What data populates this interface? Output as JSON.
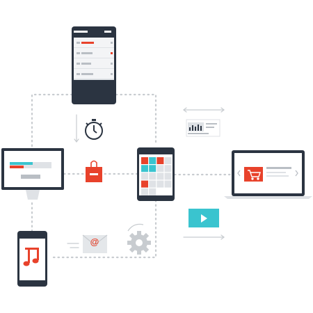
{
  "illustration": {
    "server": {
      "menu_rows": 4,
      "accent_rows": [
        0,
        1
      ]
    },
    "desktop": {
      "progress": 0.55
    },
    "tablet": {
      "tile_colors": [
        "#e8422b",
        "#3ac4cf",
        "#e8422b",
        "#3ac4cf",
        "#3ac4cf",
        "#e8422b"
      ]
    },
    "email": {
      "icon_glyph": "@"
    },
    "media": {
      "play_icon": "play-icon",
      "music_icon": "music-note-icon",
      "cart_icon": "shopping-cart-icon"
    }
  },
  "colors": {
    "dark": "#2b3441",
    "accent_red": "#e8422b",
    "accent_cyan": "#3ac4cf",
    "light_gray": "#dfe2e6",
    "mid_gray": "#b9bec4",
    "dotted_line": "#c8ccd0",
    "white": "#ffffff"
  }
}
